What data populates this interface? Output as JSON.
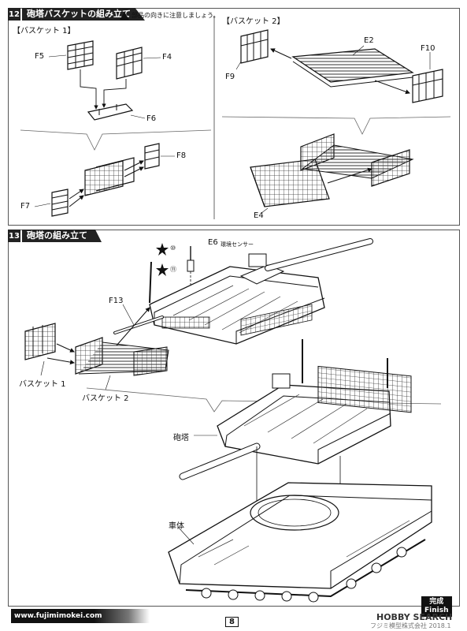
{
  "step12": {
    "number": "12",
    "title": "砲塔バスケットの組み立て",
    "note": "部品の向きに注意しましょう。",
    "basket1_title": "【バスケット 1】",
    "basket2_title": "【バスケット 2】",
    "parts": {
      "f5": "F5",
      "f4": "F4",
      "f6": "F6",
      "f8": "F8",
      "f7": "F7",
      "e2": "E2",
      "f10": "F10",
      "f9": "F9",
      "e4": "E4"
    }
  },
  "step13": {
    "number": "13",
    "title": "砲塔の組み立て",
    "parts": {
      "e6": "E6",
      "e6_note": "環境センサー",
      "f13": "F13",
      "opt10": "⑩",
      "opt11": "⑪"
    },
    "labels": {
      "basket1": "バスケット 1",
      "basket2": "バスケット 2",
      "turret": "砲塔",
      "hull": "車体"
    }
  },
  "footer": {
    "url": "www.fujimimokei.com",
    "page": "8",
    "finish_jp": "完成",
    "finish_en": "Finish",
    "watermark": "HOBBY SEARCH",
    "copyright": "フジミ模型株式会社 2018.1"
  }
}
